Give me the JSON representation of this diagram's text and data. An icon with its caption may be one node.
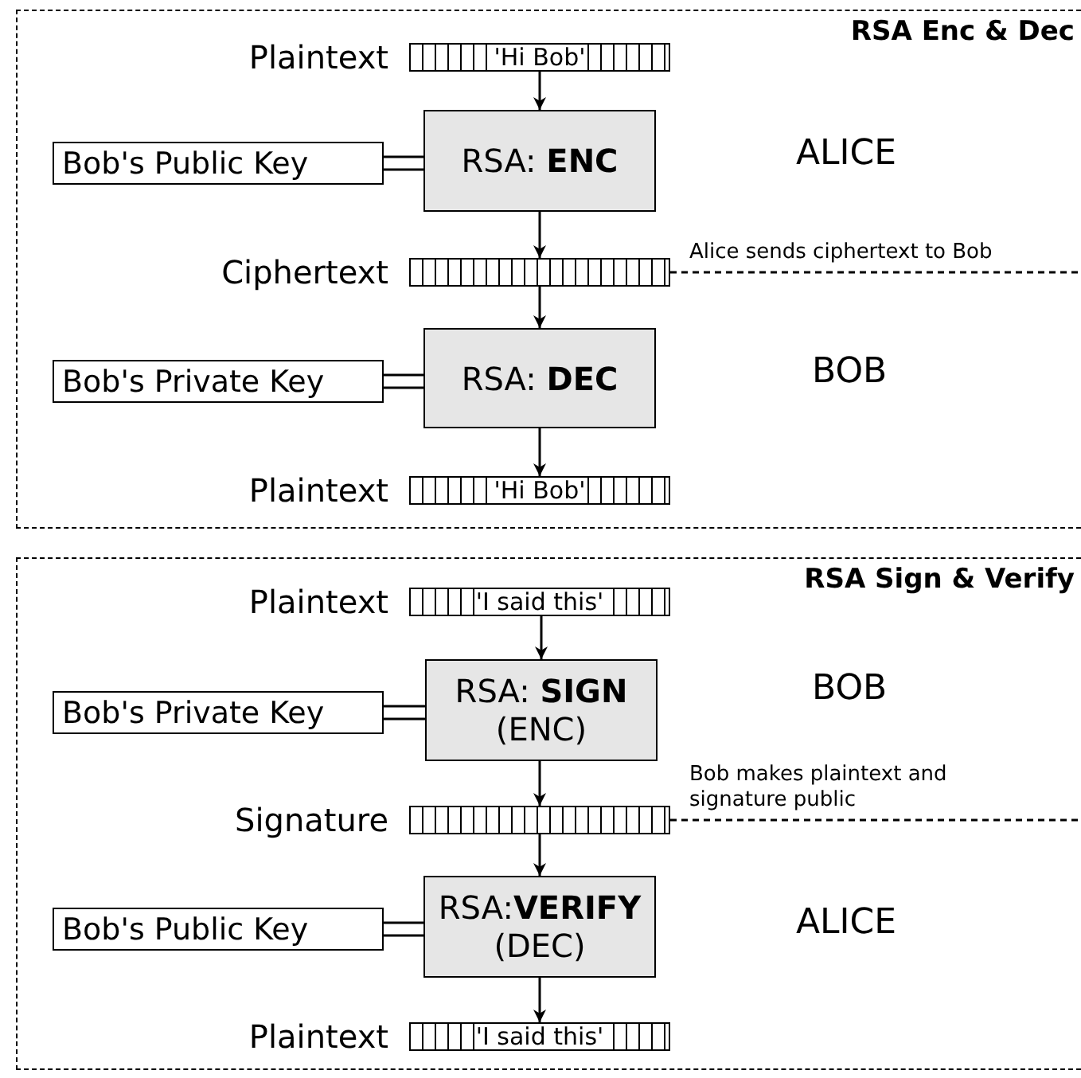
{
  "diagram": {
    "nodes": [
      {
        "text": [
          "RSA Enc & Dec"
        ]
      },
      {
        "text": [
          "'Hi Bob'"
        ],
        "beside": [
          "Plaintext"
        ],
        "in": 0
      },
      {
        "text": [
          "Bob's Public Key"
        ],
        "in": 0
      },
      {
        "text": [
          "RSA: **ENC**"
        ],
        "in": 0
      },
      {
        "text": [],
        "shape": "bar",
        "beside": [
          "Ciphertext"
        ],
        "in": 0
      },
      {
        "text": [
          "Bob's Private Key"
        ],
        "in": 0
      },
      {
        "text": [
          "RSA: **DEC**"
        ],
        "in": 0
      },
      {
        "text": [
          "'Hi Bob'"
        ],
        "beside": [
          "Plaintext"
        ],
        "in": 0
      },
      {
        "text": [
          "RSA Sign & Verify"
        ]
      },
      {
        "text": [
          "'I said this'"
        ],
        "beside": [
          "Plaintext"
        ],
        "in": 8
      },
      {
        "text": [
          "Bob's Private Key"
        ],
        "in": 8
      },
      {
        "text": [
          "RSA: **SIGN**",
          "(ENC)"
        ],
        "in": 8
      },
      {
        "text": [],
        "shape": "bar",
        "beside": [
          "Signature"
        ],
        "in": 8
      },
      {
        "text": [
          "Bob's Public Key"
        ],
        "in": 8
      },
      {
        "text": [
          "RSA:**VERIFY**",
          "(DEC)"
        ],
        "in": 8
      },
      {
        "text": [
          "'I said this'"
        ],
        "beside": [
          "Plaintext"
        ],
        "in": 8
      }
    ],
    "edges": [
      {
        "from": 1,
        "to": 3,
        "arrow": "to"
      },
      {
        "from": 2,
        "to": 3,
        "arrow": "none"
      },
      {
        "from": 3,
        "to": 4,
        "arrow": "to"
      },
      {
        "from": 4,
        "to": 6,
        "arrow": "to"
      },
      {
        "from": 5,
        "to": 6,
        "arrow": "none"
      },
      {
        "from": 6,
        "to": 7,
        "arrow": "to"
      },
      {
        "from": 4,
        "to": null,
        "arrow": "none",
        "style": "dashed",
        "label": "Alice sends ciphertext to Bob"
      },
      {
        "from": 9,
        "to": 11,
        "arrow": "to"
      },
      {
        "from": 10,
        "to": 11,
        "arrow": "none"
      },
      {
        "from": 11,
        "to": 12,
        "arrow": "to"
      },
      {
        "from": 12,
        "to": 14,
        "arrow": "to"
      },
      {
        "from": 13,
        "to": 14,
        "arrow": "none"
      },
      {
        "from": 14,
        "to": 15,
        "arrow": "to"
      },
      {
        "from": 12,
        "to": null,
        "arrow": "none",
        "style": "dashed",
        "label": "Bob makes plaintext and signature public"
      }
    ],
    "labels": [
      "ALICE",
      "BOB",
      "BOB",
      "ALICE"
    ]
  }
}
